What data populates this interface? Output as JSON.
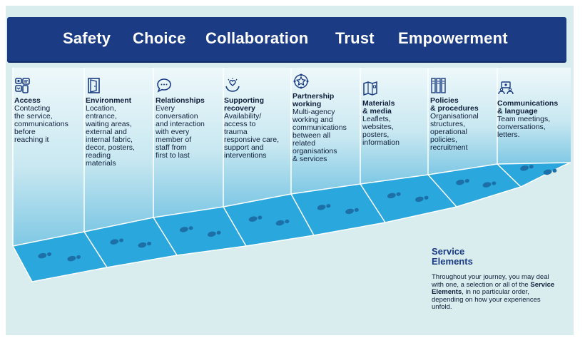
{
  "values_banner": {
    "words": [
      "Safety",
      "Choice",
      "Collaboration",
      "Trust",
      "Empowerment"
    ],
    "background": "#1b3b84"
  },
  "service_columns": [
    {
      "icon": "contact-icon",
      "title": "Access",
      "description": "Contacting\nthe service,\ncommunications\nbefore\nreaching it"
    },
    {
      "icon": "door-icon",
      "title": "Environment",
      "description": "Location,\nentrance,\nwaiting areas,\nexternal and\ninternal fabric,\ndecor, posters,\nreading\nmaterials"
    },
    {
      "icon": "speech-bubble-icon",
      "title": "Relationships",
      "description": "Every\nconversation\nand interaction\nwith every\nmember of\nstaff from\nfirst to last"
    },
    {
      "icon": "heart-hands-icon",
      "title": "Supporting\nrecovery",
      "description": "Availability/\naccess to\ntrauma\nresponsive care,\nsupport and\ninterventions"
    },
    {
      "icon": "network-star-icon",
      "title": "Partnership\nworking",
      "description": "Multi-agency\nworking and\ncommunications\nbetween all\nrelated\norganisations\n& services"
    },
    {
      "icon": "leaflet-icon",
      "title": "Materials\n& media",
      "description": "Leaflets,\nwebsites,\nposters,\ninformation"
    },
    {
      "icon": "binders-icon",
      "title": "Policies\n& procedures",
      "description": "Organisational\nstructures,\noperational\npolicies,\nrecruitment"
    },
    {
      "icon": "meeting-icon",
      "title": "Communications\n& language",
      "description": "Team meetings,\nconversations,\nletters."
    }
  ],
  "service_elements": {
    "title": "Service\nElements",
    "desc_part1": "Throughout your journey, you may deal with one, a selection or all of the ",
    "desc_bold": "Service Elements",
    "desc_part2": ", in no particular order, depending on how your experiences unfold."
  },
  "colors": {
    "path_fill": "#2aa7dc",
    "column_light": "#e6f4f7",
    "column_dark": "#8fd0e7",
    "text": "#0f1e3a",
    "canvas": "#d9ecee"
  }
}
